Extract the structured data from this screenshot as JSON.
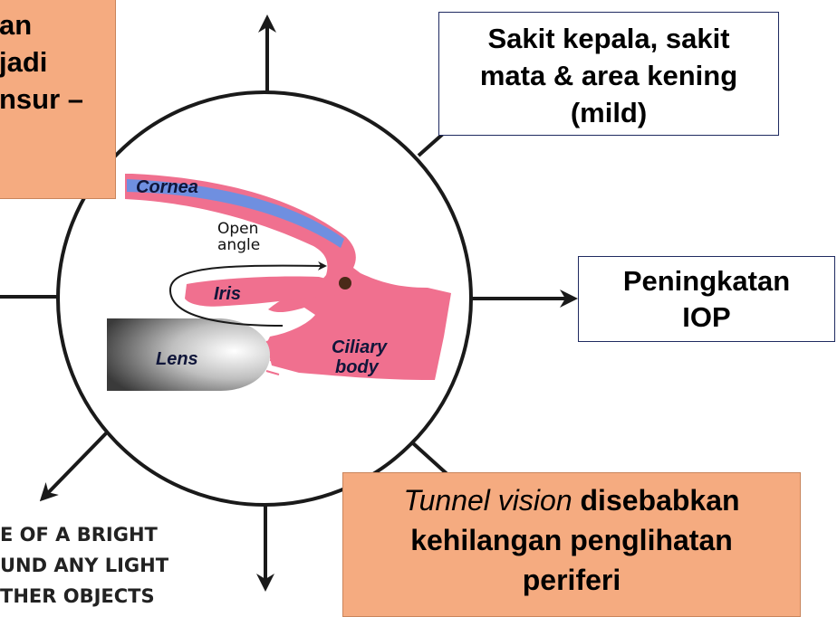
{
  "boxes": {
    "headache": "Sakit kepala, sakit mata & area kening (mild)",
    "headache_lines": [
      "Sakit kepala, sakit",
      "mata & area kening",
      "(mild)"
    ],
    "iop_lines": [
      "Peningkatan",
      "IOP"
    ],
    "topleft_lines": [
      "an",
      "jadi",
      "nsur –"
    ],
    "tunnel_italic": "Tunnel vision",
    "tunnel_rest": "disebabkan",
    "tunnel_lines": [
      "kehilangan penglihatan",
      "periferi"
    ]
  },
  "eye_labels": {
    "cornea": "Cornea",
    "open_angle_1": "Open",
    "open_angle_2": "angle",
    "iris": "Iris",
    "lens": "Lens",
    "ciliary_1": "Ciliary",
    "ciliary_2": "body"
  },
  "halo_lines": [
    "E OF A BRIGHT",
    "UND ANY LIGHT",
    "THER OBJECTS"
  ],
  "colors": {
    "tissue": "#f0708f",
    "cornea_blue": "#6f8fe0",
    "box_orange": "#f5ab80",
    "box_border": "#1f2a60"
  }
}
